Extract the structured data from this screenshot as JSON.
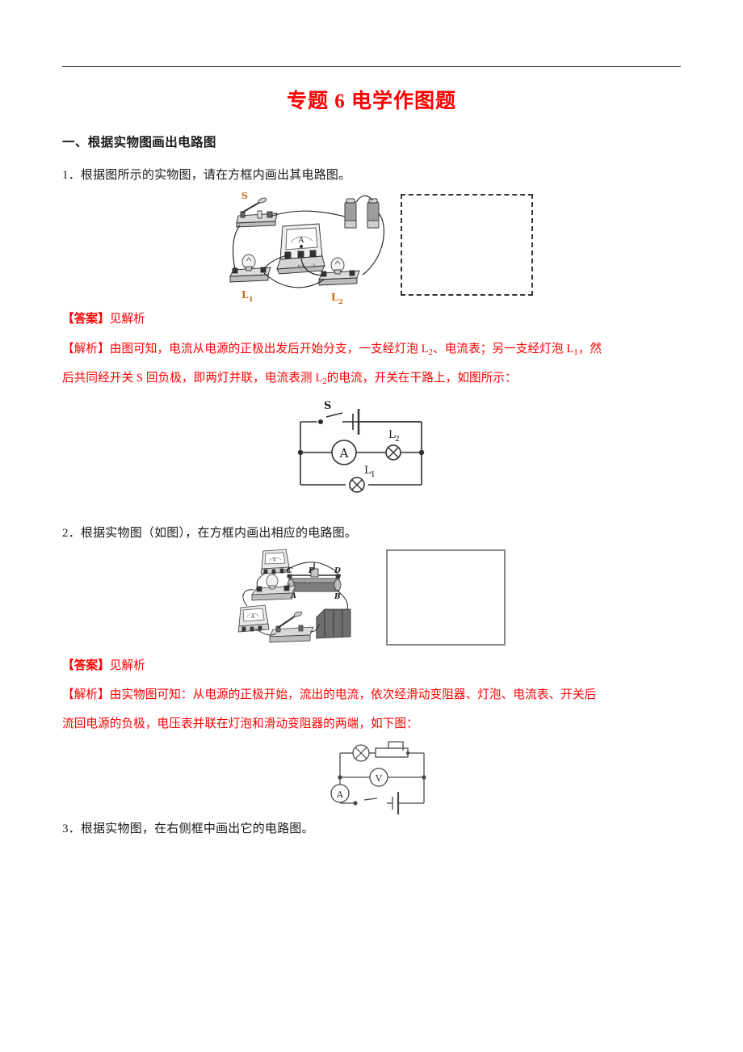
{
  "document": {
    "title": "专题 6  电学作图题",
    "title_color": "#ff0000",
    "section_heading": "一、根据实物图画出电路图"
  },
  "questions": [
    {
      "number": "1",
      "prompt": "1．根据图所示的实物图，请在方框内画出其电路图。",
      "figure": {
        "type": "pictorial-circuit",
        "labels": [
          "S",
          "L",
          "1",
          "L",
          "2",
          "A"
        ],
        "answer_box": "dashed"
      },
      "answer_label": "【答案】",
      "answer_text": "见解析",
      "analysis_label": "【解析】",
      "analysis_lines": [
        "【解析】由图可知，电流从电源的正极出发后开始分支，一支经灯泡 L2、电流表；另一支经灯泡 L1，然",
        "后共同经开关 S 回负极，即两灯并联，电流表测 L2的电流，开关在干路上，如图所示："
      ],
      "solution_figure": {
        "type": "schematic-circuit",
        "labels": [
          "S",
          "A",
          "L",
          "2",
          "L",
          "1"
        ],
        "description": "并联电路：开关与电源在干路，电流表与 L2 一支路，L1 另一支路"
      }
    },
    {
      "number": "2",
      "prompt": "2．根据实物图（如图），在方框内画出相应的电路图。",
      "figure": {
        "type": "pictorial-circuit",
        "labels": [
          "V",
          "C",
          "P",
          "D",
          "A",
          "B",
          "A"
        ],
        "answer_box": "solid"
      },
      "answer_label": "【答案】",
      "answer_text": "见解析",
      "analysis_label": "【解析】",
      "analysis_lines": [
        "【解析】由实物图可知：从电源的正极开始，流出的电流，依次经滑动变阻器、灯泡、电流表、开关后",
        "流回电源的负极，电压表并联在灯泡和滑动变阻器的两端，如下图："
      ],
      "solution_figure": {
        "type": "schematic-circuit",
        "labels": [
          "A",
          "V"
        ],
        "description": "串联电路：灯泡与滑动变阻器串联，电压表并联其两端，电流表、开关、电源在干路"
      }
    },
    {
      "number": "3",
      "prompt": "3．根据实物图，在右侧框中画出它的电路图。"
    }
  ]
}
